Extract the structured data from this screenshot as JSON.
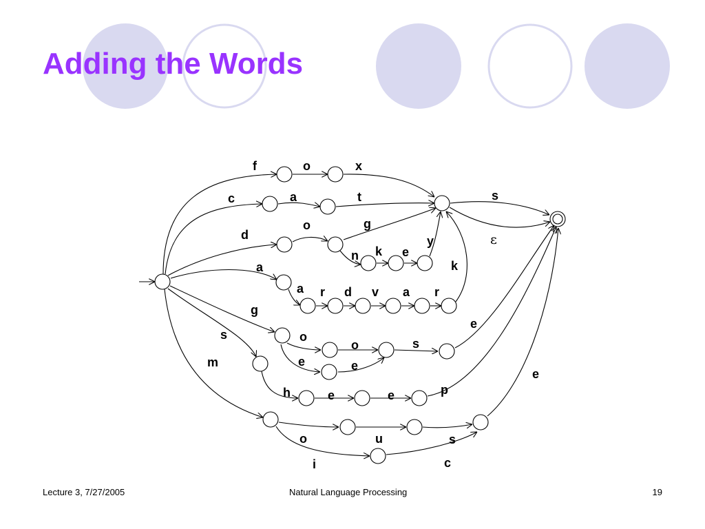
{
  "slide": {
    "title": "Adding the Words",
    "footer_left": "Lecture 3, 7/27/2005",
    "footer_center": "Natural Language Processing",
    "footer_right": "19"
  },
  "colors": {
    "title": "#9933ff",
    "decor_fill": "#d9d9f0",
    "decor_ring": "#d9d9f0"
  },
  "automaton": {
    "edge_labels": [
      "f",
      "o",
      "x",
      "c",
      "a",
      "t",
      "s",
      "d",
      "o",
      "g",
      "ε",
      "y",
      "n",
      "k",
      "e",
      "k",
      "a",
      "a",
      "r",
      "d",
      "v",
      "a",
      "r",
      "g",
      "e",
      "s",
      "o",
      "o",
      "s",
      "e",
      "e",
      "m",
      "e",
      "h",
      "e",
      "e",
      "p",
      "o",
      "u",
      "s",
      "i",
      "c"
    ]
  }
}
